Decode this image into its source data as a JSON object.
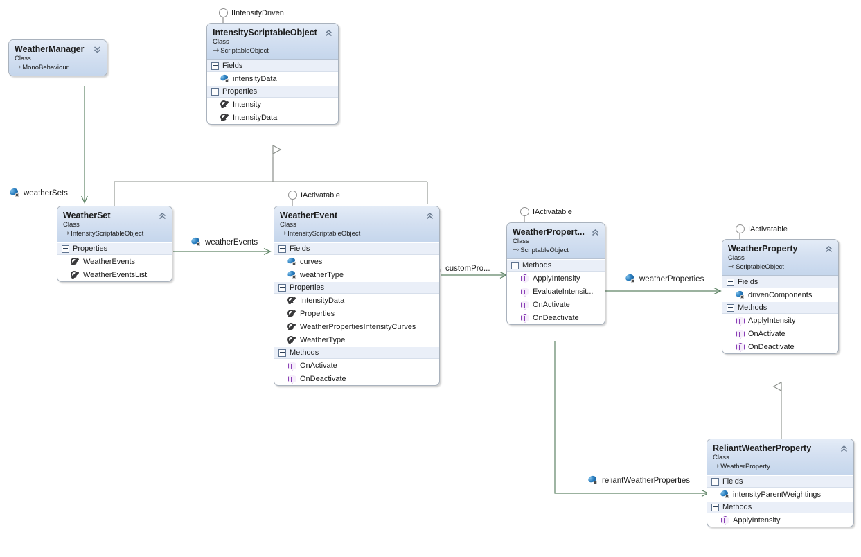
{
  "diagram": {
    "type": "uml-class-diagram",
    "colors": {
      "association_line": "#5f8466",
      "inheritance_line": "#8a8f8a",
      "header_gradient_top": "#e4ecf7",
      "header_gradient_bottom": "#c5d6ec",
      "compartment_header_bg": "#eaeff8",
      "box_border": "#a9b2bd",
      "field_icon": "#2b7fc0",
      "method_icon": "#8a3fb5",
      "text": "#1b1b1b"
    }
  },
  "classes": [
    {
      "id": "weather-manager",
      "name": "WeatherManager",
      "stereotype": "Class",
      "base": "MonoBehaviour",
      "collapsed": true,
      "sections": []
    },
    {
      "id": "intensity-scriptable-object",
      "name": "IntensityScriptableObject",
      "stereotype": "Class",
      "base": "ScriptableObject",
      "collapsed": false,
      "sections": [
        {
          "title": "Fields",
          "members": [
            {
              "name": "intensityData",
              "kind": "field"
            }
          ]
        },
        {
          "title": "Properties",
          "members": [
            {
              "name": "Intensity",
              "kind": "property"
            },
            {
              "name": "IntensityData",
              "kind": "property"
            }
          ]
        }
      ]
    },
    {
      "id": "weather-set",
      "name": "WeatherSet",
      "stereotype": "Class",
      "base": "IntensityScriptableObject",
      "collapsed": false,
      "sections": [
        {
          "title": "Properties",
          "members": [
            {
              "name": "WeatherEvents",
              "kind": "property"
            },
            {
              "name": "WeatherEventsList",
              "kind": "property"
            }
          ]
        }
      ]
    },
    {
      "id": "weather-event",
      "name": "WeatherEvent",
      "stereotype": "Class",
      "base": "IntensityScriptableObject",
      "collapsed": false,
      "sections": [
        {
          "title": "Fields",
          "members": [
            {
              "name": "curves",
              "kind": "field"
            },
            {
              "name": "weatherType",
              "kind": "field"
            }
          ]
        },
        {
          "title": "Properties",
          "members": [
            {
              "name": "IntensityData",
              "kind": "property"
            },
            {
              "name": "Properties",
              "kind": "property"
            },
            {
              "name": "WeatherPropertiesIntensityCurves",
              "kind": "property"
            },
            {
              "name": "WeatherType",
              "kind": "property"
            }
          ]
        },
        {
          "title": "Methods",
          "members": [
            {
              "name": "OnActivate",
              "kind": "method"
            },
            {
              "name": "OnDeactivate",
              "kind": "method"
            }
          ]
        }
      ]
    },
    {
      "id": "weather-properties",
      "name": "WeatherPropert...",
      "stereotype": "Class",
      "base": "ScriptableObject",
      "collapsed": false,
      "sections": [
        {
          "title": "Methods",
          "members": [
            {
              "name": "ApplyIntensity",
              "kind": "method"
            },
            {
              "name": "EvaluateIntensit...",
              "kind": "method"
            },
            {
              "name": "OnActivate",
              "kind": "method"
            },
            {
              "name": "OnDeactivate",
              "kind": "method"
            }
          ]
        }
      ]
    },
    {
      "id": "weather-property",
      "name": "WeatherProperty",
      "stereotype": "Class",
      "base": "ScriptableObject",
      "collapsed": false,
      "sections": [
        {
          "title": "Fields",
          "members": [
            {
              "name": "drivenComponents",
              "kind": "field"
            }
          ]
        },
        {
          "title": "Methods",
          "members": [
            {
              "name": "ApplyIntensity",
              "kind": "method"
            },
            {
              "name": "OnActivate",
              "kind": "method"
            },
            {
              "name": "OnDeactivate",
              "kind": "method"
            }
          ]
        }
      ]
    },
    {
      "id": "reliant-weather-property",
      "name": "ReliantWeatherProperty",
      "stereotype": "Class",
      "base": "WeatherProperty",
      "collapsed": false,
      "sections": [
        {
          "title": "Fields",
          "members": [
            {
              "name": "intensityParentWeightings",
              "kind": "field"
            }
          ]
        },
        {
          "title": "Methods",
          "members": [
            {
              "name": "ApplyIntensity",
              "kind": "method"
            }
          ]
        }
      ]
    }
  ],
  "interfaces": [
    {
      "id": "lolli-iintensitydriven",
      "label": "IIntensityDriven",
      "owner": "intensity-scriptable-object"
    },
    {
      "id": "lolli-iactivatable-event",
      "label": "IActivatable",
      "owner": "weather-event"
    },
    {
      "id": "lolli-iactivatable-properties",
      "label": "IActivatable",
      "owner": "weather-properties"
    },
    {
      "id": "lolli-iactivatable-property",
      "label": "IActivatable",
      "owner": "weather-property"
    }
  ],
  "associations": [
    {
      "id": "assoc-weathersets",
      "label": "weatherSets",
      "from": "weather-manager",
      "to": "weather-set"
    },
    {
      "id": "assoc-weatherevents",
      "label": "weatherEvents",
      "from": "weather-set",
      "to": "weather-event"
    },
    {
      "id": "assoc-customproperties",
      "label": "customPro...",
      "from": "weather-event",
      "to": "weather-properties"
    },
    {
      "id": "assoc-weatherproperties",
      "label": "weatherProperties",
      "from": "weather-properties",
      "to": "weather-property"
    },
    {
      "id": "assoc-reliantweatherproperties",
      "label": "reliantWeatherProperties",
      "from": "weather-properties",
      "to": "reliant-weather-property"
    }
  ],
  "inheritances": [
    {
      "id": "inherit-set",
      "from": "weather-set",
      "to": "intensity-scriptable-object"
    },
    {
      "id": "inherit-event",
      "from": "weather-event",
      "to": "intensity-scriptable-object"
    },
    {
      "id": "inherit-reliant",
      "from": "reliant-weather-property",
      "to": "weather-property"
    }
  ]
}
